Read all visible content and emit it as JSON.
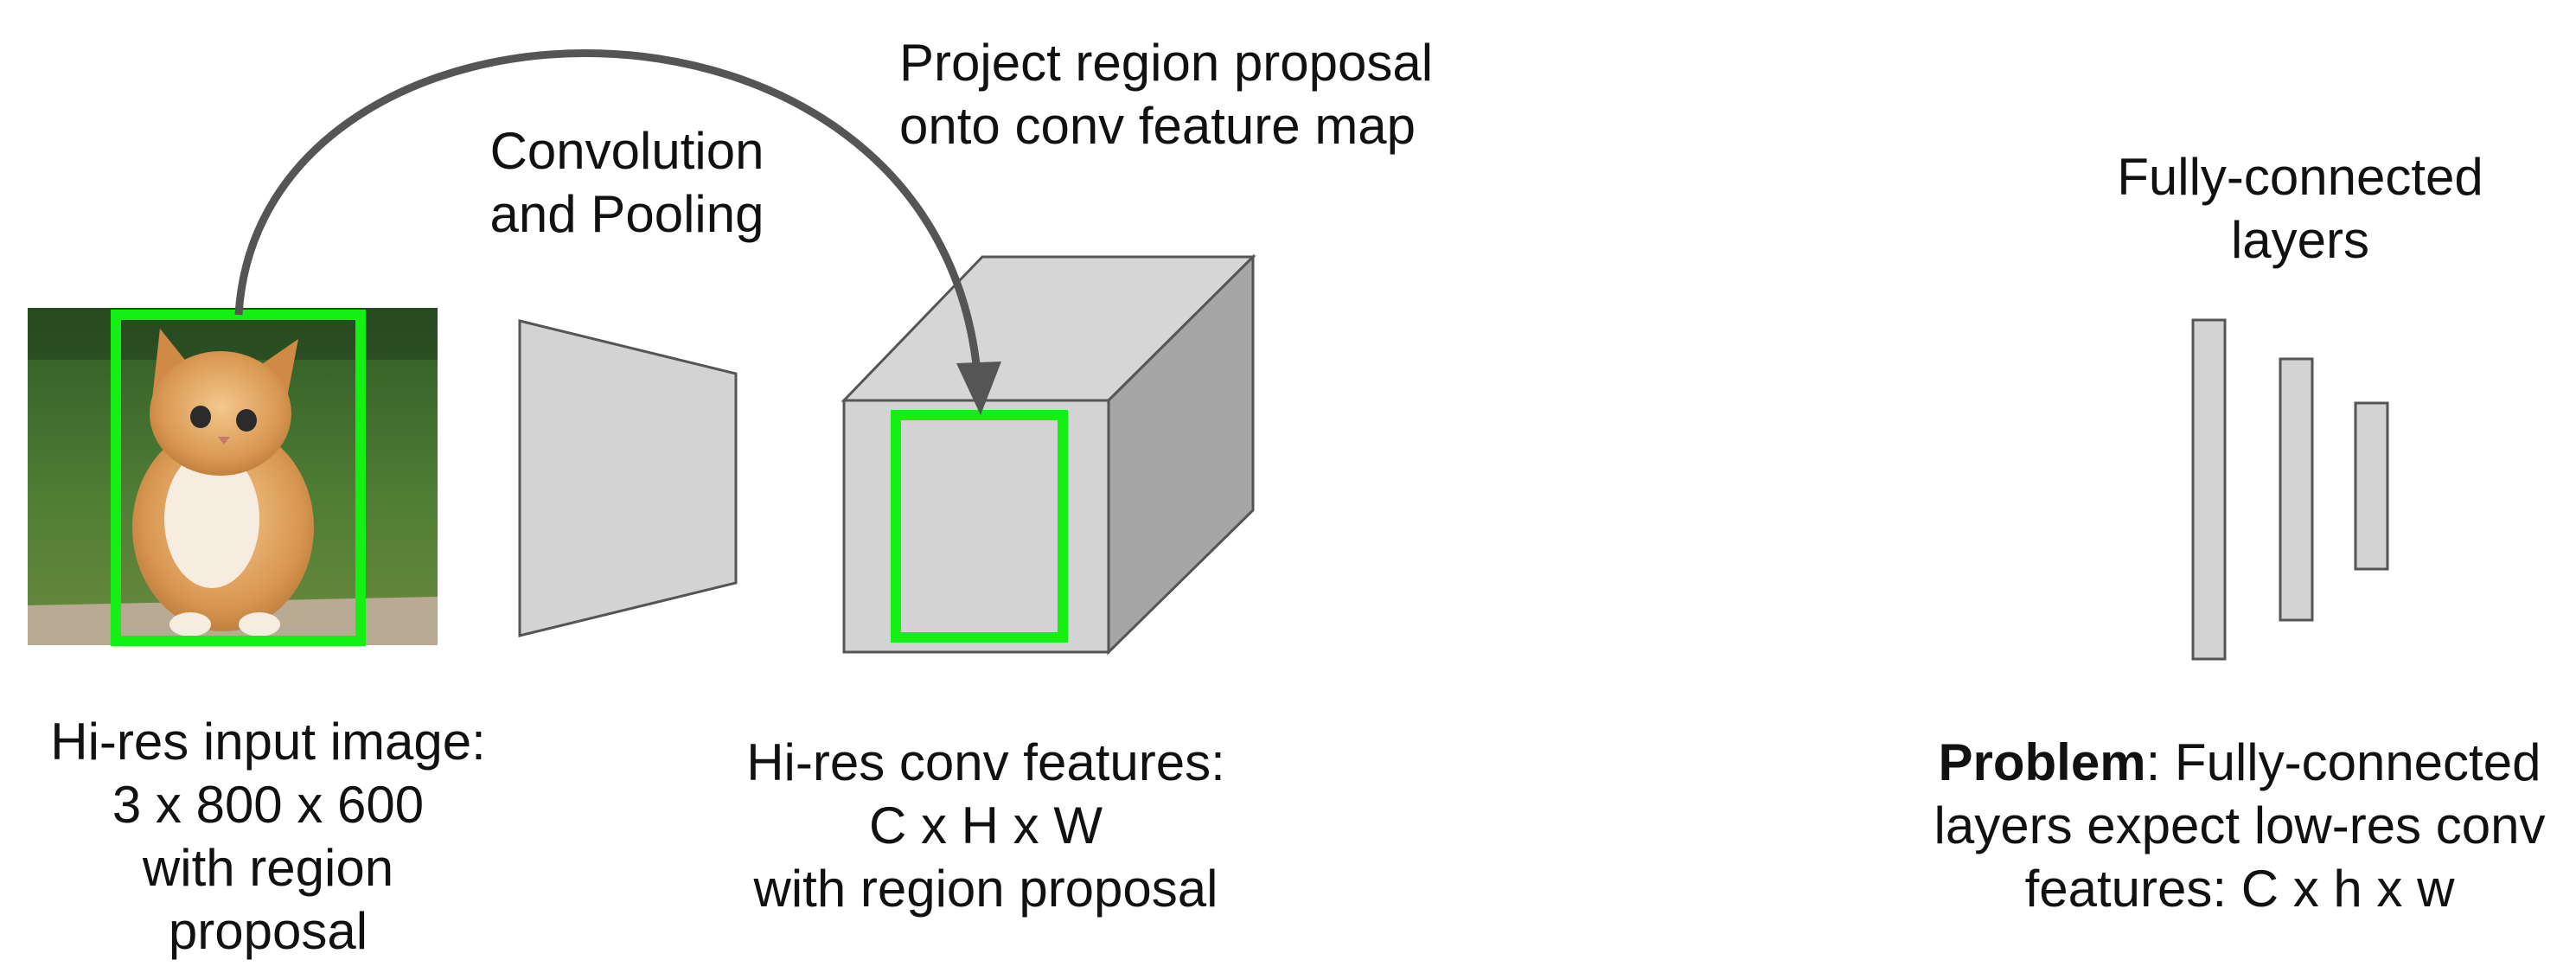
{
  "colors": {
    "proposal_box": "#14f014",
    "arrow": "#555555",
    "shape_fill": "#d3d3d3",
    "shape_side": "#a6a6a6",
    "stroke": "#555555"
  },
  "labels": {
    "conv_pool": [
      "Convolution",
      "and Pooling"
    ],
    "project": [
      "Project region proposal",
      "onto conv feature map"
    ],
    "fc_title": [
      "Fully-connected",
      "layers"
    ],
    "input_image": [
      "Hi-res input image:",
      "3 x 800 x 600",
      "with region",
      "proposal"
    ],
    "conv_features": [
      "Hi-res conv features:",
      "C x H x W",
      "with region proposal"
    ],
    "problem": {
      "bold": "Problem",
      "line1_rest": ": Fully-connected",
      "line2": "layers expect low-res conv",
      "line3": "features: C x h x w"
    }
  }
}
